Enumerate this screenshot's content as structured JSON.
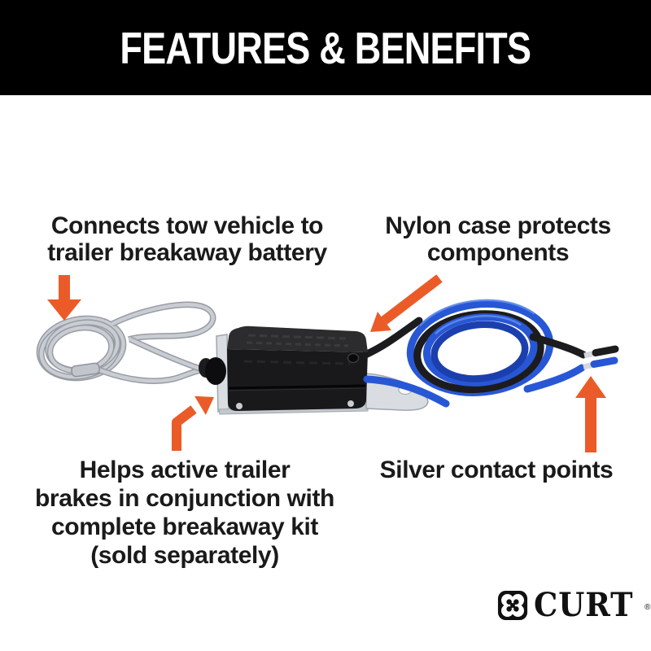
{
  "header": {
    "title": "FEATURES & BENEFITS"
  },
  "callouts": {
    "cable": {
      "text": "Connects tow vehicle to\ntrailer breakaway battery"
    },
    "case": {
      "text": "Nylon case protects\ncomponents"
    },
    "brakes": {
      "text": "Helps active trailer\nbrakes in conjunction with\ncomplete breakaway kit\n(sold separately)"
    },
    "contacts": {
      "text": "Silver contact points"
    }
  },
  "logo": {
    "brand": "CURT",
    "registered": "®"
  },
  "product": {
    "depicted": "trailer breakaway switch",
    "parts": [
      "steel-lanyard-cable",
      "nylon-case",
      "mounting-bracket",
      "blue-black-wire-coil",
      "silver-contact-points"
    ]
  },
  "icons": {
    "arrow_down": "orange-down-arrow",
    "arrow_diagonal": "orange-diagonal-arrow",
    "arrow_bent": "orange-bent-arrow",
    "arrow_up": "orange-up-arrow",
    "logo_icon": "curt-clover-icon"
  },
  "colors": {
    "accent_orange": "#EB5B28",
    "header_bg": "#000000",
    "header_text": "#FFFFFF",
    "body_text": "#1A1A1A",
    "background": "#FFFFFF",
    "cable_silver": "#C9CDD3",
    "wire_blue": "#2857D6",
    "wire_black": "#1C1C1E",
    "bracket_silver": "#D9DDE2"
  }
}
